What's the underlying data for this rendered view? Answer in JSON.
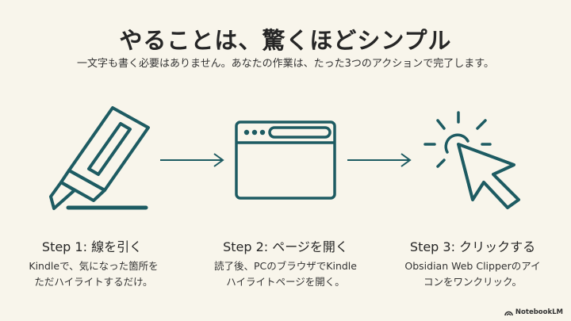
{
  "header": {
    "title": "やることは、驚くほどシンプル",
    "subtitle": "一文字も書く必要はありません。あなたの作業は、たった3つのアクションで完了します。"
  },
  "steps": [
    {
      "title": "Step 1: 線を引く",
      "desc_lines": [
        "Kindleで、気になった箇所を",
        "ただハイライトするだけ。"
      ],
      "icon": "highlighter-icon"
    },
    {
      "title": "Step 2: ページを開く",
      "desc_lines": [
        "読了後、PCのブラウザでKindle",
        "ハイライトページを開く。"
      ],
      "icon": "browser-window-icon"
    },
    {
      "title": "Step 3: クリックする",
      "desc_lines": [
        "Obsidian Web Clipperのアイ",
        "コンをワンクリック。"
      ],
      "icon": "cursor-click-icon"
    }
  ],
  "arrows": [
    "arrow-right-icon",
    "arrow-right-icon"
  ],
  "colors": {
    "accent": "#1d5b62",
    "background": "#f8f5eb",
    "text": "#262626"
  },
  "badge": {
    "label": "NotebookLM",
    "icon": "notebooklm-logo-icon"
  }
}
